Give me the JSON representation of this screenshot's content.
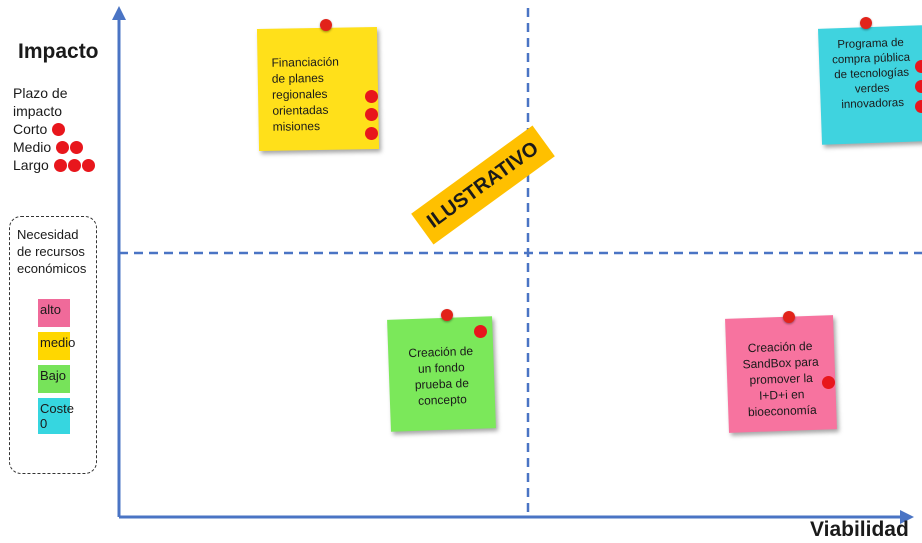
{
  "axes": {
    "y_label": "Impacto",
    "x_label": "Viabilidad"
  },
  "legend_time": {
    "title_line1": "Plazo de",
    "title_line2": "impacto",
    "items": [
      {
        "label": "Corto",
        "dots": 1
      },
      {
        "label": "Medio",
        "dots": 2
      },
      {
        "label": "Largo",
        "dots": 3
      }
    ]
  },
  "legend_resources": {
    "title_line1": "Necesidad",
    "title_line2": "de recursos",
    "title_line3": "económicos",
    "items": [
      {
        "label": "alto",
        "color": "#f06a9a"
      },
      {
        "label": "medio",
        "color": "#ffd700"
      },
      {
        "label": "Bajo",
        "color": "#77e35a"
      },
      {
        "label": "Coste 0",
        "color": "#36d6e0"
      }
    ]
  },
  "stamp": "ILUSTRATIVO",
  "notes": [
    {
      "text": "Financiación de planes regionales orientadas misiones",
      "color": "#ffe01a",
      "dots": 3
    },
    {
      "text": "Programa de compra pública de tecnologías verdes innovadoras",
      "color": "#3fd3df",
      "dots": 3
    },
    {
      "text": "Creación de un fondo prueba de concepto",
      "color": "#7be85a",
      "dots": 1
    },
    {
      "text": "Creación de SandBox para promover la I+D+i en bioeconomía",
      "color": "#f7739f",
      "dots": 1
    }
  ],
  "colors": {
    "axis": "#4a74c4",
    "divider": "#4a74c4",
    "dot": "#e8161c"
  }
}
